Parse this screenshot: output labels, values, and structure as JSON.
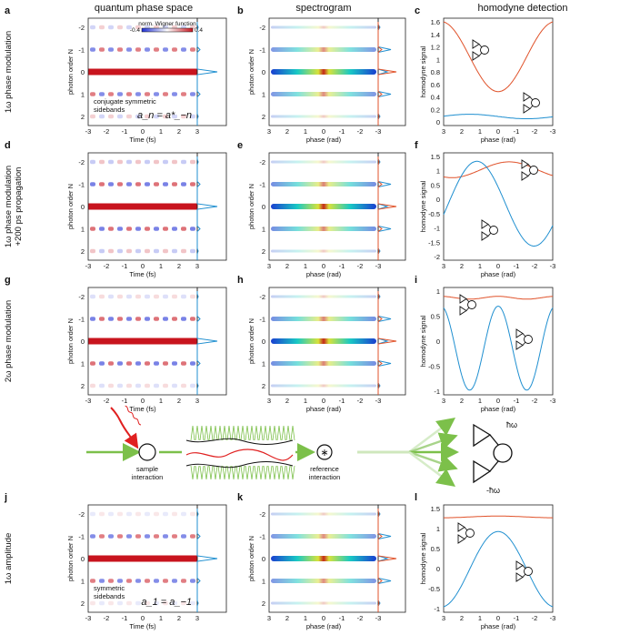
{
  "columns": {
    "a_title": "quantum phase space",
    "b_title": "spectrogram",
    "c_title": "homodyne detection"
  },
  "panel_letters": [
    "a",
    "b",
    "c",
    "d",
    "e",
    "f",
    "g",
    "h",
    "i",
    "j",
    "k",
    "l"
  ],
  "rows": [
    {
      "label": [
        "1ω phase modulation"
      ],
      "annotation": [
        "conjugate symmetric",
        "sidebands"
      ],
      "formula": "a_n = a*_−n"
    },
    {
      "label": [
        "1ω phase modulation",
        "+200 ps propagation"
      ],
      "annotation": [],
      "formula": ""
    },
    {
      "label": [
        "2ω phase modulation"
      ],
      "annotation": [],
      "formula": ""
    },
    {
      "label": [
        "1ω amplitude"
      ],
      "annotation": [
        "symmetric",
        "sidebands"
      ],
      "formula": "a_1 = a_−1"
    }
  ],
  "colorbar": {
    "title": "norm. Wigner function",
    "min": "-0.4",
    "max": "0.4",
    "colors": {
      "negative": "#1f2fd6",
      "zero": "#ffffff",
      "positive": "#c8141e"
    }
  },
  "axes": {
    "phase_space_x": "Time (fs)",
    "phase_space_y": "photon order N",
    "spectrogram_x": "phase (rad)",
    "spectrogram_y": "photon order N",
    "homodyne_x": "phase (rad)",
    "homodyne_y": "homodyne signal",
    "time_ticks": [
      "-3",
      "-2",
      "-1",
      "0",
      "1",
      "2",
      "3"
    ],
    "phase_ticks": [
      "3",
      "2",
      "1",
      "0",
      "-1",
      "-2",
      "-3"
    ],
    "order_ticks": [
      "-2",
      "-1",
      "0",
      "1",
      "2"
    ],
    "homodyne_ticks": [
      [
        "1.6",
        "1.4",
        "1.2",
        "1",
        "0.8",
        "0.6",
        "0.4",
        "0.2",
        "0"
      ],
      [
        "1.5",
        "1",
        "0.5",
        "0",
        "-0.5",
        "-1",
        "-1.5",
        "-2"
      ],
      [
        "1",
        "0.5",
        "0",
        "-0.5",
        "-1"
      ],
      [
        "1.5",
        "1",
        "0.5",
        "0",
        "-0.5",
        "-1"
      ]
    ]
  },
  "middle_diagram": {
    "sample_label": [
      "sample",
      "interaction"
    ],
    "reference_label": [
      "reference",
      "interaction"
    ],
    "plus_hw": "ħω",
    "minus_hw": "-ħω"
  },
  "colors": {
    "blue_trace": "#1f8fd0",
    "orange_trace": "#e0522a",
    "arrow_green": "#7cc04a",
    "electron_red": "#e02020"
  }
}
